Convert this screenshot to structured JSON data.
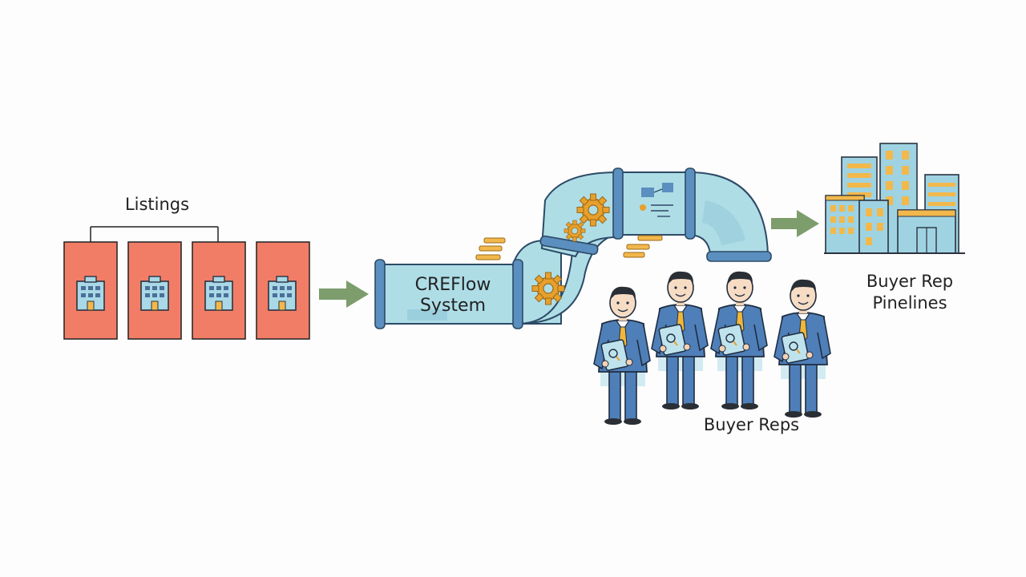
{
  "labels": {
    "listings": "Listings",
    "system_line1": "CREFlow",
    "system_line2": "System",
    "pipelines_line1": "Buyer Rep",
    "pipelines_line2": "Pinelines",
    "buyer_reps": "Buyer Reps"
  },
  "colors": {
    "listing_card": "#f27d66",
    "pipe_fill": "#aedde6",
    "pipe_ring": "#5b8fbf",
    "gear": "#e8a02c",
    "flow_arrow": "#7d9d6c",
    "suit": "#4f7fb8",
    "tie": "#f0b73a",
    "building_blue": "#9fd3e2",
    "building_window": "#f2b84b"
  },
  "counts": {
    "listing_cards": 4,
    "buyer_reps": 4
  }
}
